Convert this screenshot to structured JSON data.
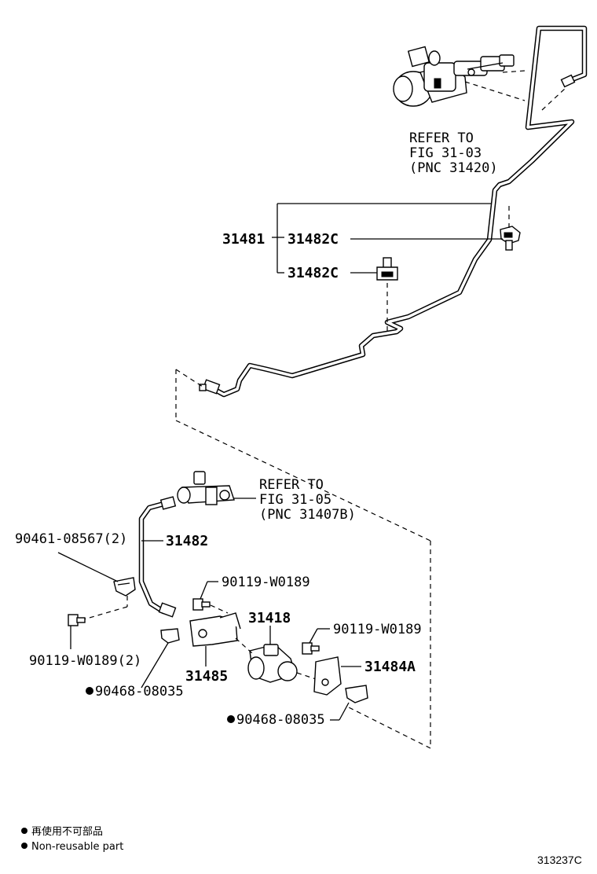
{
  "labels": {
    "refer_top": [
      "REFER TO",
      "FIG 31-03",
      "(PNC 31420)"
    ],
    "refer_mid": [
      "REFER TO",
      "FIG 31-05",
      "(PNC 31407B)"
    ],
    "p31481": "31481",
    "p31482c_a": "31482C",
    "p31482c_b": "31482C",
    "p31482": "31482",
    "p90461": "90461-08567(2)",
    "p90119_a": "90119-W0189",
    "p90119_b": "90119-W0189",
    "p90119_c": "90119-W0189(2)",
    "p31418": "31418",
    "p31484a": "31484A",
    "p31485": "31485",
    "p90468_a": "90468-08035",
    "p90468_b": "90468-08035"
  },
  "legend": {
    "jp": "再使用不可部品",
    "en": "Non-reusable part"
  },
  "diagram_code": "313237C"
}
